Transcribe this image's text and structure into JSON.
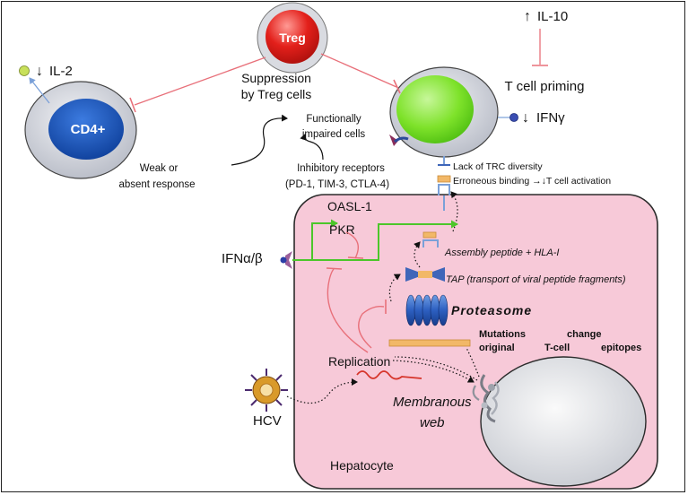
{
  "labels": {
    "treg": "Treg",
    "suppression_line1": "Suppression",
    "suppression_line2": "by Treg cells",
    "cd4": "CD4+",
    "il2_arrow": "↓",
    "il2": "IL-2",
    "il10_arrow": "↑",
    "il10": "IL-10",
    "t_cell_priming": "T cell priming",
    "ifn_gamma_arrow": "↓",
    "ifn_gamma": "IFNγ",
    "functionally_line1": "Functionally",
    "functionally_line2": "impaired cells",
    "weak_line1": "Weak or",
    "weak_line2": "absent response",
    "inhibitory_line1": "Inhibitory receptors",
    "inhibitory_line2": "(PD-1, TIM-3, CTLA-4)",
    "lack_trc": "Lack of TRC diversity",
    "erroneous": "Erroneous binding →↓T cell activation",
    "oasl1": "OASL-1",
    "pkr": "PKR",
    "ifn_ab": "IFNα/β",
    "assembly": "Assembly peptide + HLA-I",
    "tap": "TAP (transport of viral peptide fragments)",
    "proteasome": "Proteasome",
    "mutations": "Mutations",
    "original": "original",
    "change": "change",
    "t_cell": "T-cell",
    "epitopes": "epitopes",
    "replication": "Replication",
    "membranous": "Membranous",
    "web": "web",
    "hcv": "HCV",
    "hepatocyte": "Hepatocyte"
  },
  "colors": {
    "treg_red": "#e3201b",
    "cd4_blue": "#1450b4",
    "tcell_green": "#7ee22a",
    "cell_gray": "#c9ccd4",
    "hepatocyte_pink": "#f7c9d8",
    "inhibit_pink": "#e8707a",
    "signal_green": "#4cc62a",
    "orange_bar": "#f2b868",
    "tap_blue": "#3f66b9",
    "receptor_purple": "#9c5f9a",
    "il2_yellow": "#c8e05a"
  },
  "icons": {
    "hcv": "virus-particle-icon",
    "receptor": "ifn-receptor-icon",
    "tap": "tap-transporter-icon",
    "proteasome": "proteasome-icon",
    "membranous_web": "membranous-web-icon"
  }
}
